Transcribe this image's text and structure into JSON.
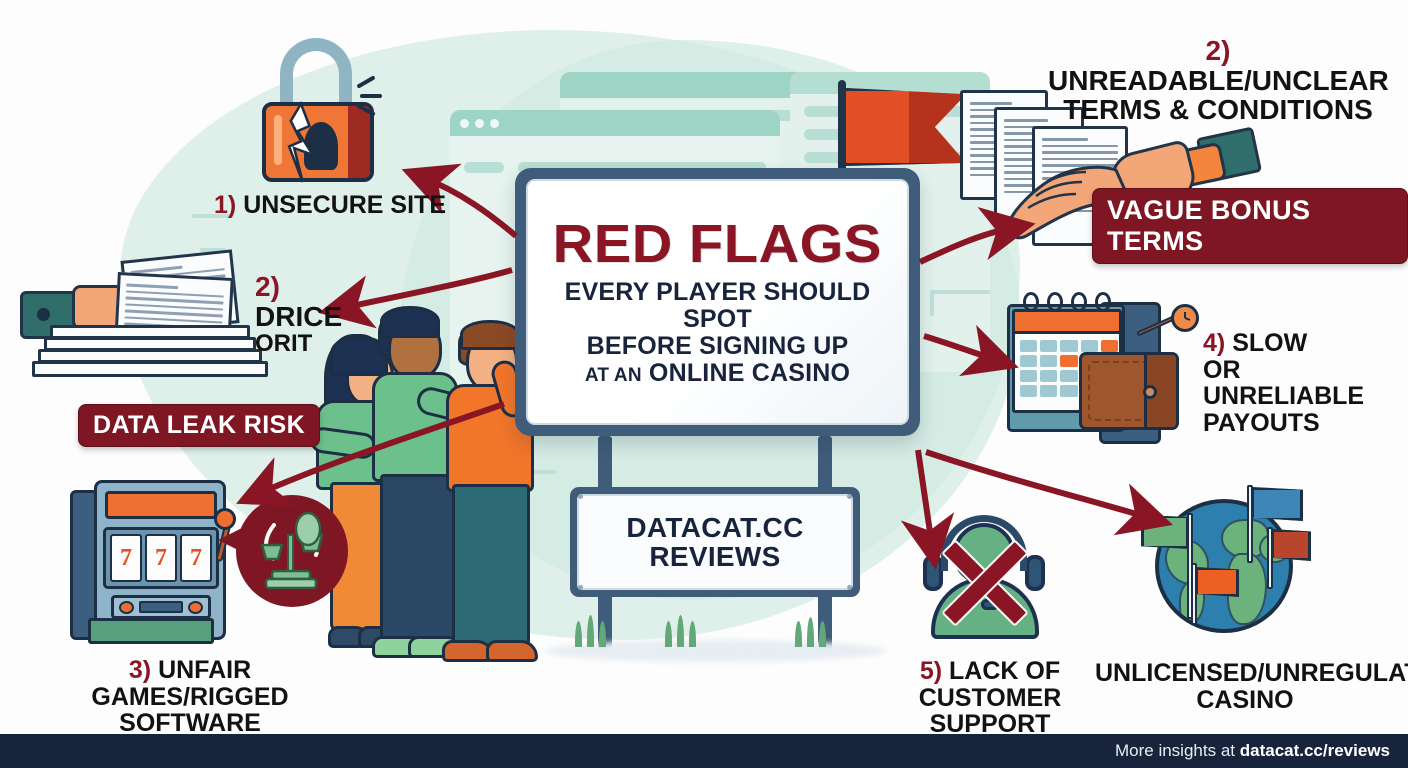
{
  "meta": {
    "kind": "infographic",
    "palette": {
      "dark_red": "#8a1525",
      "badge_red": "#7e1723",
      "navy": "#17243c",
      "orange": "#ef6f31",
      "teal_bg": "#d9ede6",
      "green": "#66b183",
      "sign_frame": "#3f5d7a"
    }
  },
  "sign": {
    "title": "RED FLAGS",
    "line1": "EVERY PLAYER SHOULD SPOT",
    "line2": "BEFORE SIGNING UP",
    "line3_small": "AT AN",
    "line3_big": "ONLINE CASINO",
    "sub_line1": "DATACAT.CC",
    "sub_line2": "REVIEWS"
  },
  "labels": {
    "item1": {
      "num": "1)",
      "text": "UNSECURE SITE"
    },
    "item2": {
      "num": "2)",
      "line1": "UNREADABLE/UNCLEAR",
      "line2": "TERMS & CONDITIONS"
    },
    "item2_left": {
      "num": "2)",
      "line1": "DRICE",
      "line2": "ORIT"
    },
    "item3": {
      "num": "3)",
      "line1": "UNFAIR GAMES/RIGGED",
      "line2": "SOFTWARE"
    },
    "item4": {
      "num": "4)",
      "line1": "SLOW",
      "line2": "OR UNRELIABLE",
      "line3": "PAYOUTS"
    },
    "item5": {
      "num": "5)",
      "line1": "LACK OF",
      "line2": "CUSTOMER SUPPORT"
    },
    "item6": {
      "line1": "UNLICENSED/UNREGULATED",
      "line2": "CASINO"
    }
  },
  "badges": {
    "vague_bonus_terms": "VAGUE BONUS TERMS",
    "data_leak_risk": "DATA LEAK RISK"
  },
  "slot_machine": {
    "reels": [
      "7",
      "7",
      "7"
    ]
  },
  "footer": {
    "prefix": "More insights at ",
    "link": "datacat.cc/reviews"
  },
  "icons": {
    "padlock": "broken-padlock-icon",
    "documents": "terms-documents-icon",
    "flag": "red-flag-icon",
    "calendar": "calendar-wallet-icon",
    "headset": "customer-support-disabled-icon",
    "globe": "globe-flags-icon",
    "slot": "slot-machine-icon",
    "rigged": "rigged-scales-icon"
  }
}
